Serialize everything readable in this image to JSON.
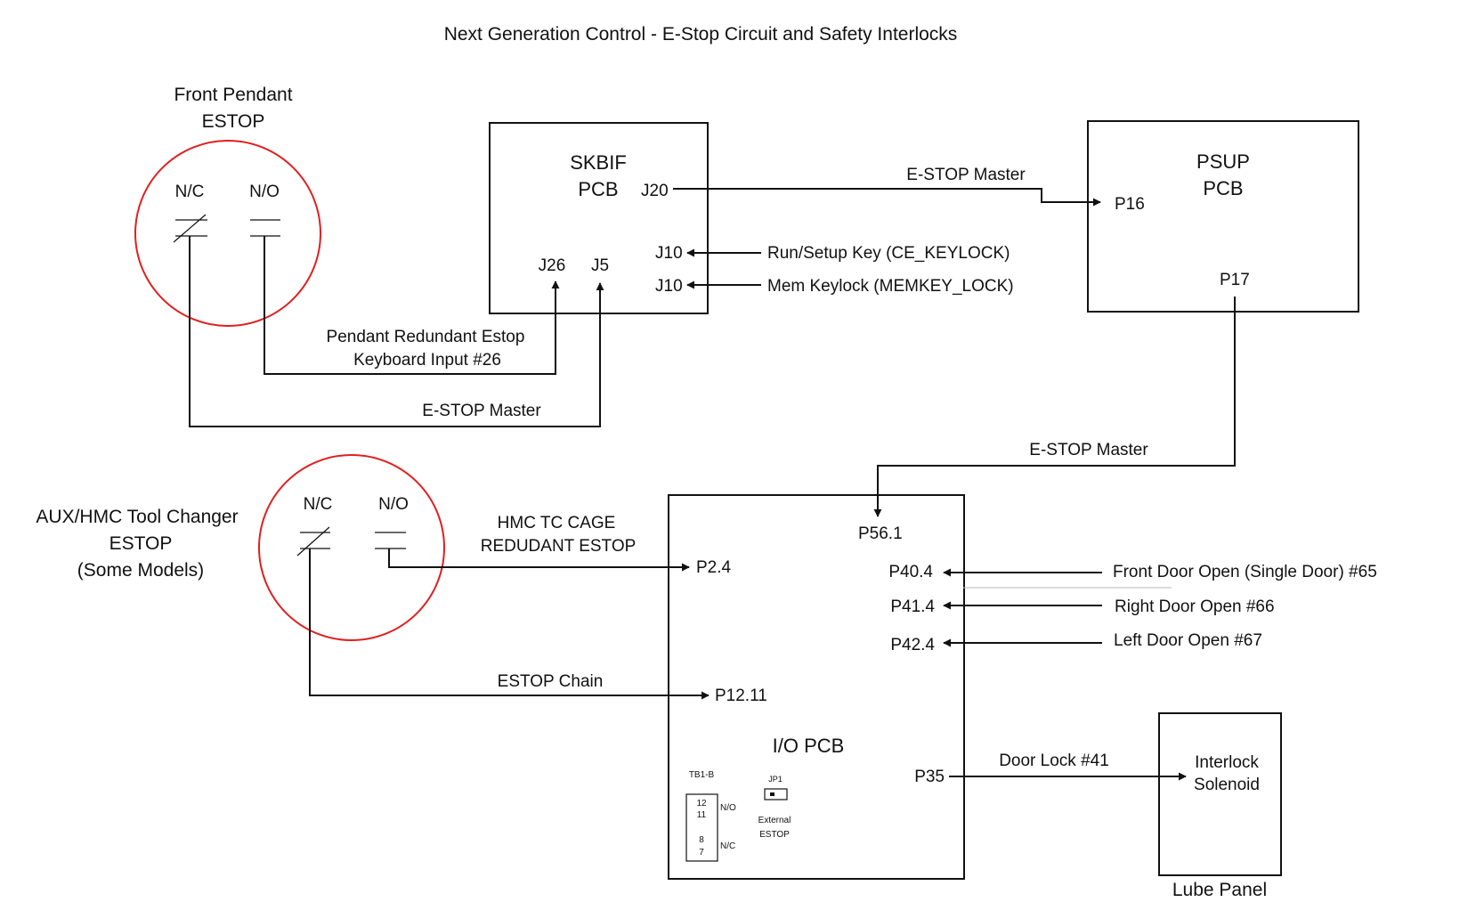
{
  "title": "Next Generation Control - E-Stop Circuit and Safety Interlocks",
  "front_pendant": {
    "title_line1": "Front Pendant",
    "title_line2": "ESTOP",
    "nc": "N/C",
    "no": "N/O"
  },
  "aux_estop": {
    "title_line1": "AUX/HMC Tool Changer",
    "title_line2": "ESTOP",
    "title_line3": "(Some Models)",
    "nc": "N/C",
    "no": "N/O"
  },
  "skbif": {
    "name_line1": "SKBIF",
    "name_line2": "PCB",
    "j20": "J20",
    "j10_a": "J10",
    "j10_b": "J10",
    "j26": "J26",
    "j5": "J5"
  },
  "psup": {
    "name_line1": "PSUP",
    "name_line2": "PCB",
    "p16": "P16",
    "p17": "P17"
  },
  "io": {
    "name": "I/O PCB",
    "p56": "P56.1",
    "p2": "P2.4",
    "p12": "P12.11",
    "p40": "P40.4",
    "p41": "P41.4",
    "p42": "P42.4",
    "p35": "P35",
    "tb1b": "TB1-B",
    "tb_12": "12",
    "tb_11": "11",
    "tb_8": "8",
    "tb_7": "7",
    "tb_no": "N/O",
    "tb_nc": "N/C",
    "jp1": "JP1",
    "ext_line1": "External",
    "ext_line2": "ESTOP"
  },
  "lube": {
    "panel": "Lube Panel",
    "line1": "Interlock",
    "line2": "Solenoid"
  },
  "signals": {
    "estop_master_top": "E-STOP Master",
    "run_setup": "Run/Setup Key (CE_KEYLOCK)",
    "mem_keylock": "Mem Keylock (MEMKEY_LOCK)",
    "pendant_redundant_1": "Pendant Redundant Estop",
    "pendant_redundant_2": "Keyboard Input  #26",
    "estop_master_pendant": "E-STOP Master",
    "estop_master_psup": "E-STOP Master",
    "hmc_cage_1": "HMC TC CAGE",
    "hmc_cage_2": "REDUDANT ESTOP",
    "estop_chain": "ESTOP Chain",
    "front_door": "Front Door Open (Single Door) #65",
    "right_door": "Right Door Open #66",
    "left_door": "Left Door Open #67",
    "door_lock": "Door Lock #41"
  },
  "colors": {
    "ring": "#e02020",
    "line": "#111111"
  }
}
